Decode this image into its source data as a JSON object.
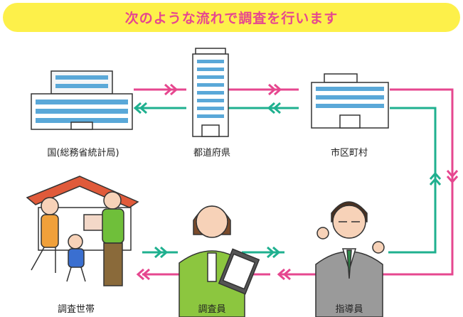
{
  "banner": {
    "text": "次のような流れで調査を行います"
  },
  "nodes": {
    "national": {
      "label": "国(総務省統計局)"
    },
    "prefecture": {
      "label": "都道府県"
    },
    "municipality": {
      "label": "市区町村"
    },
    "households": {
      "label": "調査世帯"
    },
    "enumerator": {
      "label": "調査員"
    },
    "supervisor": {
      "label": "指導員"
    }
  },
  "colors": {
    "pink_flow": "#e6478f",
    "green_flow": "#1fb08f",
    "banner_bg": "#fdf04a",
    "banner_text": "#e6478f"
  }
}
